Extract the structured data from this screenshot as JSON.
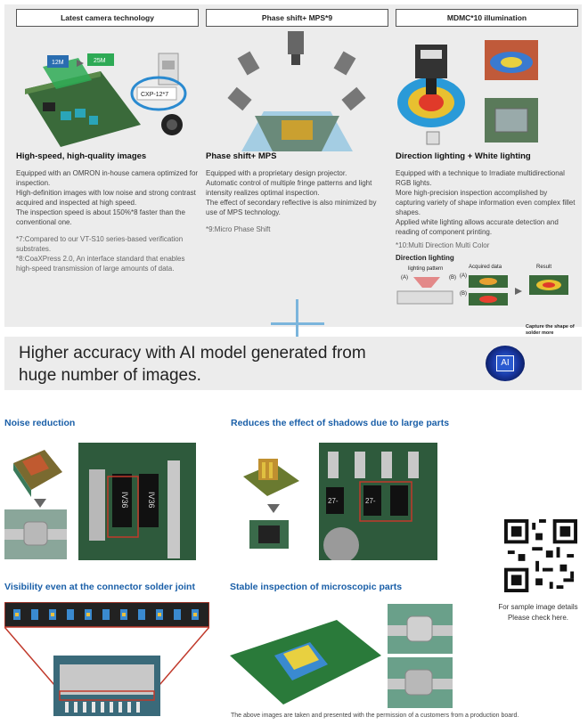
{
  "columns": [
    {
      "header": "Latest camera technology",
      "title": "High-speed, high-quality images",
      "body": [
        "Equipped with an OMRON in-house camera optimized for inspection.",
        "High-definition images with low noise and strong contrast acquired and inspected at high speed.",
        "The inspection speed is about 150%*8 faster than the conventional one."
      ],
      "footnotes": [
        "*7:Compared to our VT-S10 series-based verification substrates.",
        "*8:CoaXPress 2.0, An interface standard that enables high-speed transmission of large amounts of data."
      ],
      "labels": {
        "a": "12M",
        "b": "25M",
        "c": "CXP-12*7"
      }
    },
    {
      "header": "Phase shift+ MPS*9",
      "title": "Phase shift+ MPS",
      "body": [
        "Equipped with a proprietary design projector.",
        "Automatic control of multiple fringe patterns and light intensity realizes optimal inspection.",
        "The effect of secondary reflective is also minimized by use of MPS technology."
      ],
      "footnotes": [
        "*9:Micro Phase Shift"
      ]
    },
    {
      "header": "MDMC*10 illumination",
      "title": "Direction lighting + White lighting",
      "body": [
        "Equipped with a technique to Irradiate multidirectional RGB lights.",
        "More high-precision inspection accomplished by capturing variety of shape information even complex fillet shapes.",
        "Applied white lighting allows accurate detection and reading of component printing."
      ],
      "footnotes": [
        "*10:Multi Direction Multi Color"
      ],
      "diagram": {
        "title": "Direction lighting",
        "lighting_pattern": "lighting pattern",
        "acquired": "Acquired data",
        "result": "Result",
        "a": "(A)",
        "b": "(B)",
        "caption": "Capture the shape of solder more accurately"
      }
    }
  ],
  "ai": {
    "text": "Higher accuracy with AI model generated from huge number of images.",
    "badge": "AI"
  },
  "sections": {
    "noise": "Noise reduction",
    "shadows": "Reduces the effect of shadows due to large parts",
    "connector": "Visibility even at the connector solder joint",
    "micro": "Stable inspection of microscopic parts"
  },
  "chip_labels": {
    "noise": "IV36",
    "shadow": "27-"
  },
  "qr_caption": [
    "For sample image details",
    "Please check here."
  ],
  "permission_note": "The above images are taken and presented with the permission of a customers from a production board.",
  "colors": {
    "accent": "#1a5fa8",
    "plus": "#7bb5dc",
    "panel": "#ececec"
  }
}
